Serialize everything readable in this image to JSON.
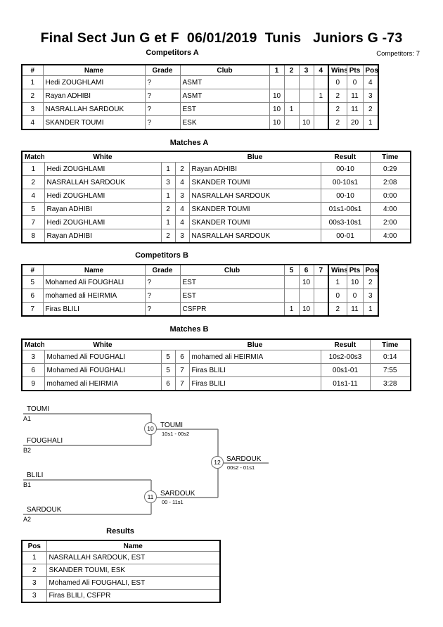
{
  "page": {
    "title": "Final Sect Jun G et F  06/01/2019  Tunis   Juniors G -73",
    "competitors_count": "Competitors: 7"
  },
  "sections": {
    "competitors_a": {
      "title": "Competitors A",
      "headers": [
        "#",
        "Name",
        "Grade",
        "Club",
        "1",
        "2",
        "3",
        "4",
        "Wins",
        "Pts",
        "Pos"
      ],
      "rows": [
        [
          "1",
          "Hedi ZOUGHLAMI",
          "?",
          "ASMT",
          "",
          "",
          "",
          "",
          "0",
          "0",
          "4"
        ],
        [
          "2",
          "Rayan ADHIBI",
          "?",
          "ASMT",
          "10",
          "",
          "",
          "1",
          "2",
          "11",
          "3"
        ],
        [
          "3",
          "NASRALLAH SARDOUK",
          "?",
          "EST",
          "10",
          "1",
          "",
          "",
          "2",
          "11",
          "2"
        ],
        [
          "4",
          "SKANDER TOUMI",
          "?",
          "ESK",
          "10",
          "",
          "10",
          "",
          "2",
          "20",
          "1"
        ]
      ]
    },
    "matches_a": {
      "title": "Matches A",
      "headers": [
        "Match",
        "White",
        "Blue",
        "Result",
        "Time"
      ],
      "rows": [
        [
          "1",
          "Hedi ZOUGHLAMI",
          "1",
          "2",
          "Rayan ADHIBI",
          "00-10",
          "0:29"
        ],
        [
          "2",
          "NASRALLAH SARDOUK",
          "3",
          "4",
          "SKANDER TOUMI",
          "00-10s1",
          "2:08"
        ],
        [
          "4",
          "Hedi ZOUGHLAMI",
          "1",
          "3",
          "NASRALLAH SARDOUK",
          "00-10",
          "0:00"
        ],
        [
          "5",
          "Rayan ADHIBI",
          "2",
          "4",
          "SKANDER TOUMI",
          "01s1-00s1",
          "4:00"
        ],
        [
          "7",
          "Hedi ZOUGHLAMI",
          "1",
          "4",
          "SKANDER TOUMI",
          "00s3-10s1",
          "2:00"
        ],
        [
          "8",
          "Rayan ADHIBI",
          "2",
          "3",
          "NASRALLAH SARDOUK",
          "00-01",
          "4:00"
        ]
      ]
    },
    "competitors_b": {
      "title": "Competitors B",
      "headers": [
        "#",
        "Name",
        "Grade",
        "Club",
        "5",
        "6",
        "7",
        "Wins",
        "Pts",
        "Pos"
      ],
      "rows": [
        [
          "5",
          "Mohamed Ali FOUGHALI",
          "?",
          "EST",
          "",
          "10",
          "",
          "1",
          "10",
          "2"
        ],
        [
          "6",
          "mohamed ali HEIRMIA",
          "?",
          "EST",
          "",
          "",
          "",
          "0",
          "0",
          "3"
        ],
        [
          "7",
          "Firas BLILI",
          "?",
          "CSFPR",
          "1",
          "10",
          "",
          "2",
          "11",
          "1"
        ]
      ]
    },
    "matches_b": {
      "title": "Matches B",
      "headers": [
        "Match",
        "White",
        "Blue",
        "Result",
        "Time"
      ],
      "rows": [
        [
          "3",
          "Mohamed Ali FOUGHALI",
          "5",
          "6",
          "mohamed ali HEIRMIA",
          "10s2-00s3",
          "0:14"
        ],
        [
          "6",
          "Mohamed Ali FOUGHALI",
          "5",
          "7",
          "Firas BLILI",
          "00s1-01",
          "7:55"
        ],
        [
          "9",
          "mohamed ali HEIRMIA",
          "6",
          "7",
          "Firas BLILI",
          "01s1-11",
          "3:28"
        ]
      ]
    },
    "bracket": {
      "entries": [
        {
          "name": "TOUMI",
          "seed": "A1"
        },
        {
          "name": "FOUGHALI",
          "seed": "B2"
        },
        {
          "name": "BLILI",
          "seed": "B1"
        },
        {
          "name": "SARDOUK",
          "seed": "A2"
        }
      ],
      "matches": [
        {
          "no": "10",
          "winner": "TOUMI",
          "score": "10s1 - 00s2"
        },
        {
          "no": "11",
          "winner": "SARDOUK",
          "score": "00 - 11s1"
        },
        {
          "no": "12",
          "winner": "SARDOUK",
          "score": "00s2 - 01s1"
        }
      ]
    },
    "results": {
      "title": "Results",
      "headers": [
        "Pos",
        "Name"
      ],
      "rows": [
        [
          "1",
          "NASRALLAH SARDOUK, EST"
        ],
        [
          "2",
          "SKANDER TOUMI, ESK"
        ],
        [
          "3",
          "Mohamed Ali FOUGHALI, EST"
        ],
        [
          "3",
          "Firas BLILI, CSFPR"
        ]
      ]
    }
  },
  "colors": {
    "outer_border": "#000000",
    "grid_line": "#848484",
    "bracket_line": "#7a7a7a"
  }
}
